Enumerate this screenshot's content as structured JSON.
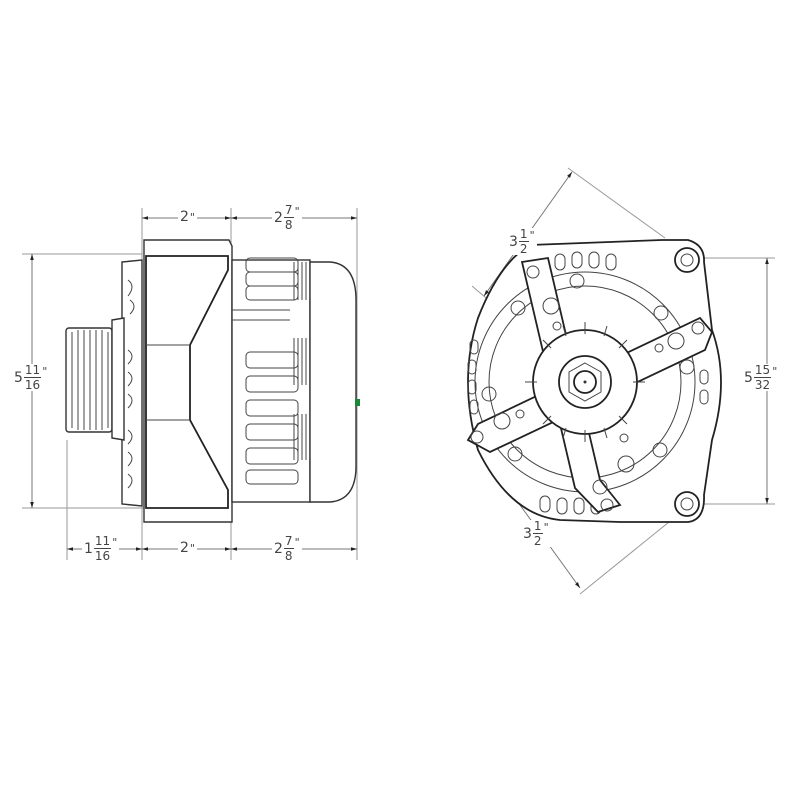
{
  "drawing": {
    "title": "Alternator dimensional drawing",
    "side_view": {
      "dimensions": {
        "top_body_width": {
          "whole": "2",
          "num": "",
          "den": "",
          "unit": "\""
        },
        "top_rear_width": {
          "whole": "2",
          "num": "7",
          "den": "8",
          "unit": "\""
        },
        "overall_height": {
          "whole": "5",
          "num": "11",
          "den": "16",
          "unit": "\""
        },
        "bottom_pulley_width": {
          "whole": "1",
          "num": "11",
          "den": "16",
          "unit": "\""
        },
        "bottom_body_width": {
          "whole": "2",
          "num": "",
          "den": "",
          "unit": "\""
        },
        "bottom_rear_width": {
          "whole": "2",
          "num": "7",
          "den": "8",
          "unit": "\""
        }
      },
      "terminal_color": "#1a8a3a"
    },
    "end_view": {
      "dimensions": {
        "upper_diagonal": {
          "whole": "3",
          "num": "1",
          "den": "2",
          "unit": "\""
        },
        "lower_diagonal": {
          "whole": "3",
          "num": "1",
          "den": "2",
          "unit": "\""
        },
        "mount_hole_spacing": {
          "whole": "5",
          "num": "15",
          "den": "32",
          "unit": "\""
        }
      }
    }
  }
}
